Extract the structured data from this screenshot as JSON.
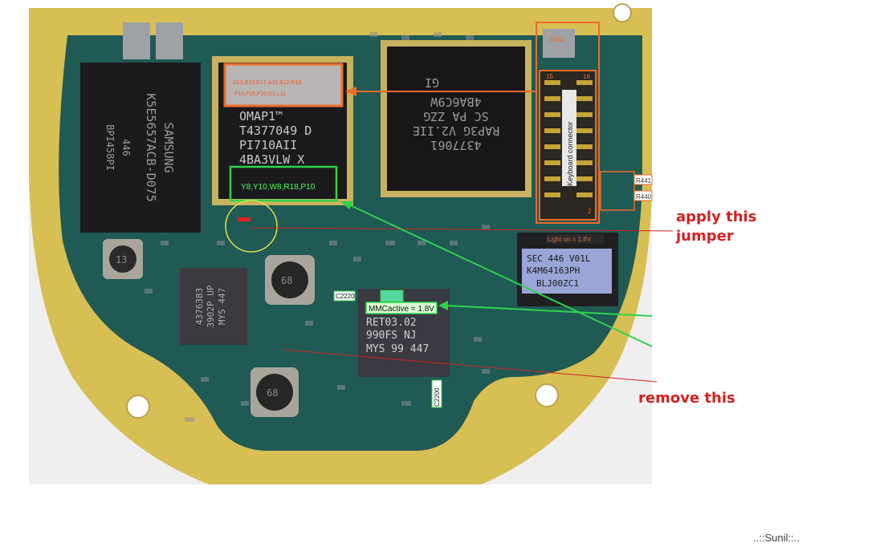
{
  "photo": {
    "board_color": "#1f5a55",
    "ring_color": "#d8bf54",
    "background_color": "#f0f0f0",
    "chips": {
      "memory_brand": "SAMSUNG",
      "memory_part": "K5E5657ACB-D075",
      "memory_code": "BPI458PI",
      "memory_lot": "446",
      "omap_lines": [
        "OMAP1™",
        "T4377049  D",
        "PI710AII",
        "4BA3VLW     X"
      ],
      "rap_lines": [
        "4377061",
        "RAP3G V2.IIE",
        "SC PA ZZG",
        "4BA6C9W",
        "GI"
      ],
      "sec_lines": [
        "SEC 446 V01L",
        "K4M64163PH",
        "BLJ00ZC1"
      ],
      "ret_lines": [
        "RET03.02",
        "990FS NJ",
        "MYS 99 447"
      ],
      "left_chip_lines": [
        "4376383",
        "3902P UP",
        "MYS 447"
      ]
    },
    "inductors": [
      "13",
      "68",
      "68"
    ],
    "connector_label": "Keyboard connector",
    "connector_pins": [
      "15",
      "16",
      "2"
    ]
  },
  "tags": {
    "omap_balls_top": "D15,B10,E17,A15,B12,R10",
    "omap_balls_bottom": "F10,F15,F10,D1,L11",
    "omap_balls_green": "Y8,Y10,W8,R18,P10",
    "c2220": "C2220",
    "mmc_active": "MMCactive = 1.8V",
    "c2200": "C2200",
    "r441": "R441",
    "r440": "R440",
    "light_tag": "Light on = 1.8V",
    "pin_tag": "2484"
  },
  "annotations": {
    "apply_line1": "apply this",
    "apply_line2": "jumper",
    "remove": "remove this"
  },
  "signature": "..::Sunil::..",
  "colors": {
    "annotation_red": "#d42020",
    "highlight_green": "#2dd34a",
    "highlight_orange": "#f06a2a",
    "circle_yellow": "#e6e04a"
  }
}
